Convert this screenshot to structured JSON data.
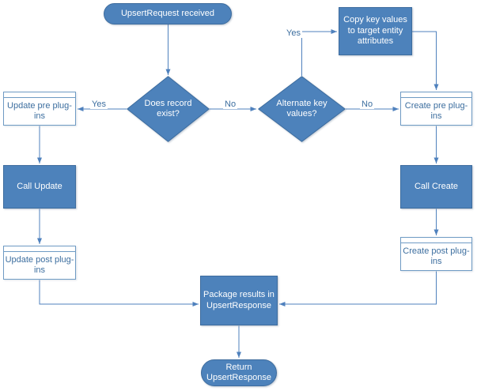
{
  "colors": {
    "node_fill": "#4d82bb",
    "node_border": "#3d6c9e",
    "outline_border": "#6f9bc4",
    "text_on_fill": "#ffffff",
    "blue_text": "#3c6e9f",
    "connector": "#4f81bd",
    "background": "#ffffff"
  },
  "nodes": {
    "start": {
      "label": "UpsertRequest received",
      "type": "terminator"
    },
    "copy_key_values": {
      "label": "Copy key values to target entity attributes",
      "type": "process"
    },
    "does_record_exist": {
      "label": "Does record exist?",
      "type": "decision"
    },
    "alternate_key_values": {
      "label": "Alternate key values?",
      "type": "decision"
    },
    "update_pre_plugins": {
      "label": "Update pre plug-ins",
      "type": "subprocess"
    },
    "create_pre_plugins": {
      "label": "Create pre plug-ins",
      "type": "subprocess"
    },
    "call_update": {
      "label": "Call Update",
      "type": "process"
    },
    "call_create": {
      "label": "Call Create",
      "type": "process"
    },
    "update_post_plugins": {
      "label": "Update post plug-ins",
      "type": "subprocess"
    },
    "create_post_plugins": {
      "label": "Create post plug-ins",
      "type": "subprocess"
    },
    "package_results": {
      "label": "Package results in UpsertResponse",
      "type": "process"
    },
    "return_response": {
      "label": "Return UpsertResponse",
      "type": "terminator"
    }
  },
  "connections": [
    {
      "from": "start",
      "to": "does_record_exist",
      "label": ""
    },
    {
      "from": "does_record_exist",
      "to": "update_pre_plugins",
      "label": "Yes"
    },
    {
      "from": "does_record_exist",
      "to": "alternate_key_values",
      "label": "No"
    },
    {
      "from": "alternate_key_values",
      "to": "copy_key_values",
      "label": "Yes"
    },
    {
      "from": "alternate_key_values",
      "to": "create_pre_plugins",
      "label": "No"
    },
    {
      "from": "copy_key_values",
      "to": "create_pre_plugins",
      "label": ""
    },
    {
      "from": "update_pre_plugins",
      "to": "call_update",
      "label": ""
    },
    {
      "from": "call_update",
      "to": "update_post_plugins",
      "label": ""
    },
    {
      "from": "update_post_plugins",
      "to": "package_results",
      "label": ""
    },
    {
      "from": "create_pre_plugins",
      "to": "call_create",
      "label": ""
    },
    {
      "from": "call_create",
      "to": "create_post_plugins",
      "label": ""
    },
    {
      "from": "create_post_plugins",
      "to": "package_results",
      "label": ""
    },
    {
      "from": "package_results",
      "to": "return_response",
      "label": ""
    }
  ]
}
